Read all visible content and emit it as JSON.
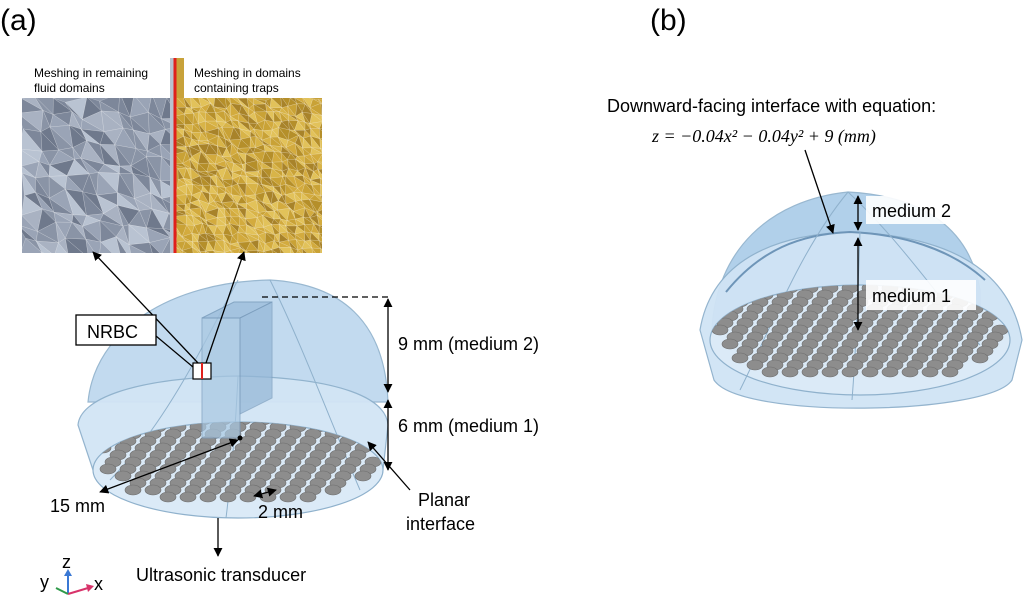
{
  "panel_a": {
    "label": "(a)",
    "mesh_left_label_line1": "Meshing in remaining",
    "mesh_left_label_line2": "fluid domains",
    "mesh_right_label_line1": "Meshing in domains",
    "mesh_right_label_line2": "containing traps",
    "nrbc_label": "NRBC",
    "medium2_dim": "9 mm (medium 2)",
    "medium1_dim": "6 mm (medium 1)",
    "radius_dim": "15 mm",
    "spacing_dim": "2 mm",
    "planar_line1": "Planar",
    "planar_line2": "interface",
    "transducer_label": "Ultrasonic transducer",
    "axes": {
      "y": "y",
      "z": "z",
      "x": "x"
    }
  },
  "panel_b": {
    "label": "(b)",
    "interface_title": "Downward-facing interface with equation:",
    "equation": "z = −0.04x² − 0.04y² + 9 (mm)",
    "medium2_label": "medium 2",
    "medium1_label": "medium 1"
  },
  "colors": {
    "dome_fill": "#cfe3f4",
    "dome_stroke": "#8fb1cc",
    "mesh_grey": "#8f99ab",
    "mesh_gold": "#c8a23a",
    "nrbc_red": "#e0201c",
    "transducer_grey": "#8d8d8d",
    "axis_z": "#3a78d4",
    "axis_x": "#d8336a",
    "axis_y": "#2f9a4a"
  }
}
